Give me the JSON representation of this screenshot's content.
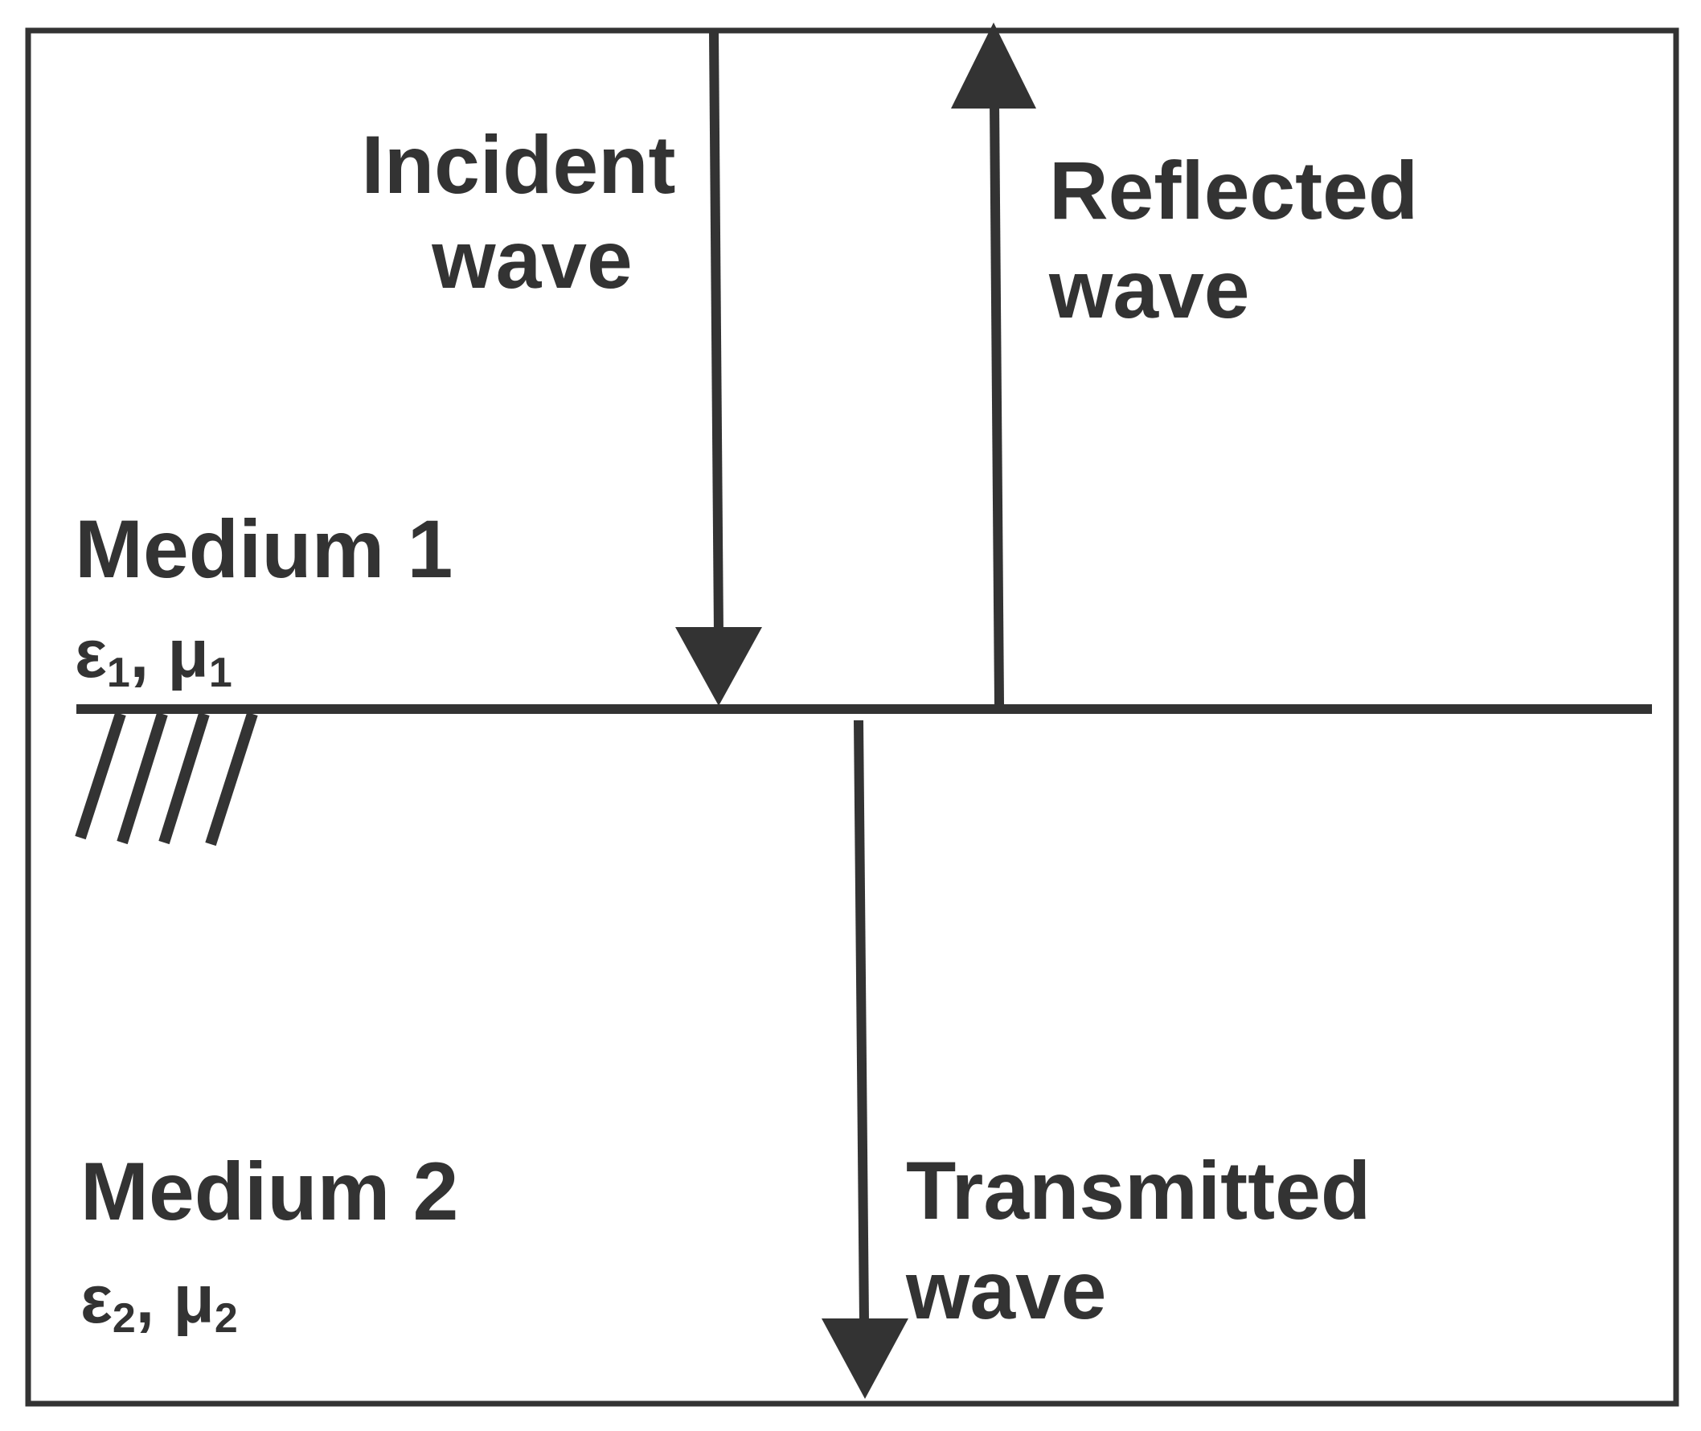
{
  "labels": {
    "incident_line1": "Incident",
    "incident_line2": "wave",
    "reflected_line1": "Reflected",
    "reflected_line2": "wave",
    "transmitted_line1": "Transmitted",
    "transmitted_line2": "wave",
    "medium1_name": "Medium 1",
    "medium2_name": "Medium 2"
  },
  "medium1": {
    "eps": "ε",
    "eps_sub": "1",
    "sep": ", ",
    "mu": "μ",
    "mu_sub": "1"
  },
  "medium2": {
    "eps": "ε",
    "eps_sub": "2",
    "sep": ", ",
    "mu": "μ",
    "mu_sub": "2"
  },
  "colors": {
    "ink": "#333333",
    "background": "#ffffff"
  }
}
